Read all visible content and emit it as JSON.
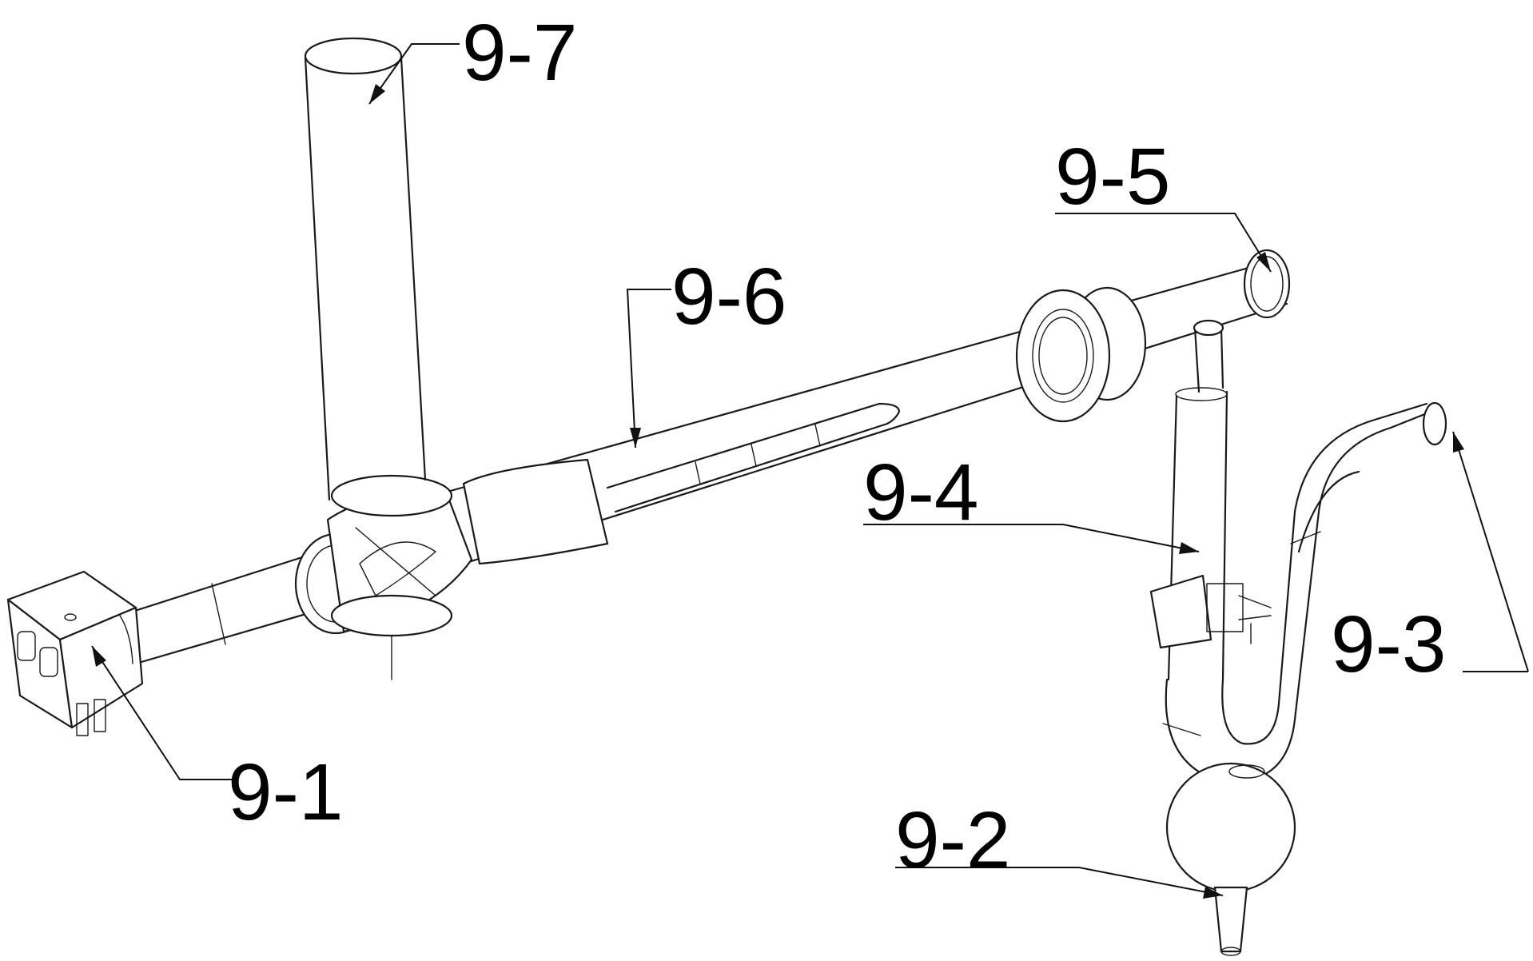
{
  "labels": {
    "l91": "9-1",
    "l92": "9-2",
    "l93": "9-3",
    "l94": "9-4",
    "l95": "9-5",
    "l96": "9-6",
    "l97": "9-7"
  }
}
